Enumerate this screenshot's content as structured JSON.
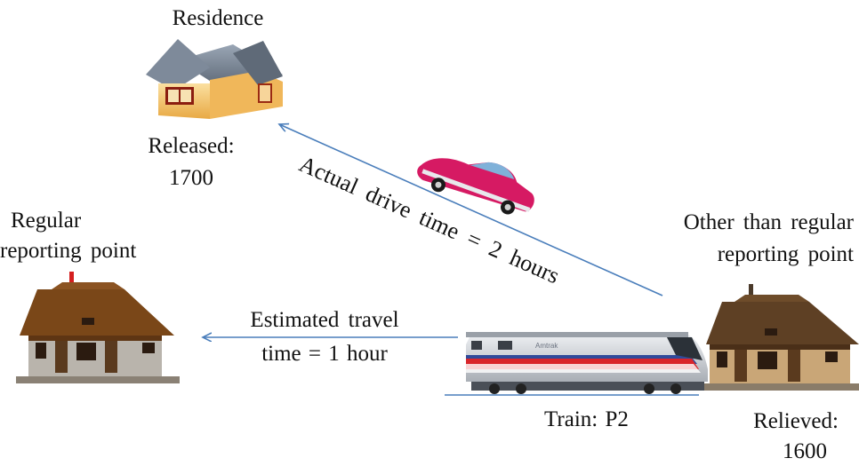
{
  "residence": {
    "title": "Residence",
    "released_label": "Released:",
    "released_time": "1700"
  },
  "regular_point": {
    "line1": "Regular",
    "line2": "reporting  point"
  },
  "other_point": {
    "line1": "Other than  regular",
    "line2": "reporting  point"
  },
  "estimated": {
    "line1": "Estimated  travel",
    "line2": "time  = 1 hour"
  },
  "actual": {
    "text": "Actual  drive  time  = 2 hours"
  },
  "train": {
    "label": "Train:   P2",
    "brand": "Amtrak"
  },
  "relieved": {
    "label": "Relieved:",
    "time": "1600"
  },
  "colors": {
    "arrow": "#4a7ebb",
    "house_wall": "#f3c669",
    "roof": "#6d7a8a",
    "station_brown": "#6b3f16",
    "car_pink": "#d61a63",
    "train_stripe_red": "#d9252a",
    "train_stripe_blue": "#2f4a9a"
  },
  "icons": [
    "house-icon",
    "station-icon",
    "car-icon",
    "train-icon"
  ]
}
